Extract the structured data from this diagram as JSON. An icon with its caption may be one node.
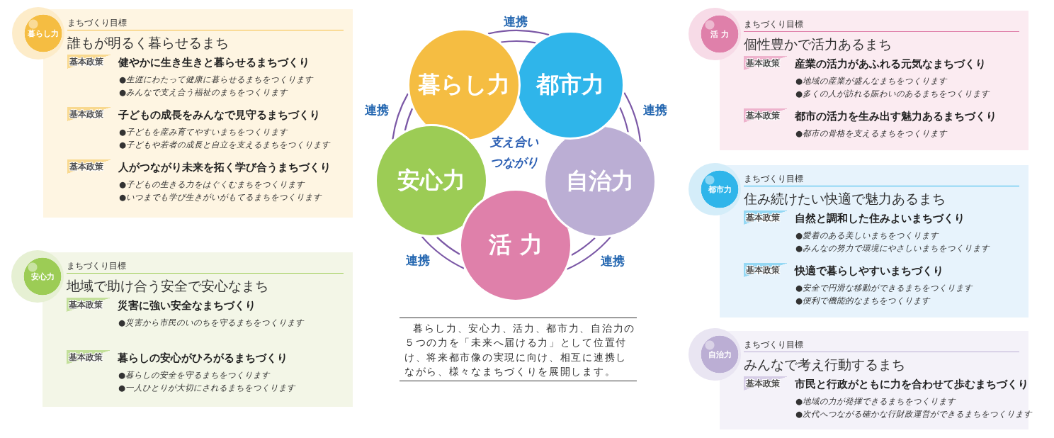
{
  "diagram": {
    "nodes": [
      {
        "text": [
          "暮らし力"
        ]
      },
      {
        "text": [
          "まちづくり目標",
          "誰もが明るく暮らせるまち"
        ]
      },
      {
        "text": [
          "基本政策"
        ],
        "in": 1,
        "beside": [
          "健やかに生き生きと暮らせるまちづくり",
          "●生涯にわたって健康に暮らせるまちをつくります",
          "●みんなで支え合う福祉のまちをつくります"
        ]
      },
      {
        "text": [
          "基本政策"
        ],
        "in": 1,
        "beside": [
          "子どもの成長をみんなで見守るまちづくり",
          "●子どもを産み育てやすいまちをつくります",
          "●子どもや若者の成長と自立を支えるまちをつくります"
        ]
      },
      {
        "text": [
          "基本政策"
        ],
        "in": 1,
        "beside": [
          "人がつながり未来を拓く学び合うまちづくり",
          "●子どもの生きる力をはぐくむまちをつくります",
          "●いつまでも学び生きがいがもてるまちをつくります"
        ]
      },
      {
        "text": [
          "安心力"
        ]
      },
      {
        "text": [
          "まちづくり目標",
          "地域で助け合う安全で安心なまち"
        ]
      },
      {
        "text": [
          "基本政策"
        ],
        "in": 6,
        "beside": [
          "災害に強い安全なまちづくり",
          "●災害から市民のいのちを守るまちをつくります"
        ]
      },
      {
        "text": [
          "基本政策"
        ],
        "in": 6,
        "beside": [
          "暮らしの安心がひろがるまちづくり",
          "●暮らしの安全を守るまちをつくります",
          "●一人ひとりが大切にされるまちをつくります"
        ]
      },
      {
        "text": [
          "暮らし力"
        ]
      },
      {
        "text": [
          "都市力"
        ]
      },
      {
        "text": [
          "安心力"
        ]
      },
      {
        "text": [
          "自治力"
        ]
      },
      {
        "text": [
          "活 力"
        ]
      },
      {
        "text": [
          "活 力"
        ]
      },
      {
        "text": [
          "まちづくり目標",
          "個性豊かで活力あるまち"
        ]
      },
      {
        "text": [
          "基本政策"
        ],
        "in": 15,
        "beside": [
          "産業の活力があふれる元気なまちづくり",
          "●地域の産業が盛んなまちをつくります",
          "●多くの人が訪れる賑わいのあるまちをつくります"
        ]
      },
      {
        "text": [
          "基本政策"
        ],
        "in": 15,
        "beside": [
          "都市の活力を生み出す魅力あるまちづくり",
          "●都市の骨格を支えるまちをつくります"
        ]
      },
      {
        "text": [
          "都市力"
        ]
      },
      {
        "text": [
          "まちづくり目標",
          "住み続けたい快適で魅力あるまち"
        ]
      },
      {
        "text": [
          "基本政策"
        ],
        "in": 19,
        "beside": [
          "自然と調和した住みよいまちづくり",
          "●愛着のある美しいまちをつくります",
          "●みんなの努力で環境にやさしいまちをつくります"
        ]
      },
      {
        "text": [
          "基本政策"
        ],
        "in": 19,
        "beside": [
          "快適で暮らしやすいまちづくり",
          "●安全で円滑な移動ができるまちをつくります",
          "●便利で機能的なまちをつくります"
        ]
      },
      {
        "text": [
          "自治力"
        ]
      },
      {
        "text": [
          "まちづくり目標",
          "みんなで考え行動するまち"
        ]
      },
      {
        "text": [
          "基本政策"
        ],
        "in": 23,
        "beside": [
          "市民と行政がともに力を合わせて歩むまちづくり",
          "●地域の力が発揮できるまちをつくります",
          "●次代へつながる確かな行財政運営ができるまちをつくります"
        ]
      }
    ],
    "edges": [
      {
        "from": 9,
        "to": 10,
        "arrow": "none",
        "label": "連携"
      },
      {
        "from": 10,
        "to": 12,
        "arrow": "none",
        "label": "連携"
      },
      {
        "from": 12,
        "to": 13,
        "arrow": "none",
        "label": "連携"
      },
      {
        "from": 13,
        "to": 11,
        "arrow": "none",
        "label": "連携"
      },
      {
        "from": 11,
        "to": 9,
        "arrow": "none",
        "label": "連携"
      }
    ],
    "labels": [
      "支え合い",
      "つながり"
    ],
    "caption": "暮らし力、安心力、活力、都市力、自治力の５つの力を「未来へ届ける力」として位置付け、将来都市像の実現に向け、相互に連携しながら、様々なまちづくりを展開します。"
  }
}
